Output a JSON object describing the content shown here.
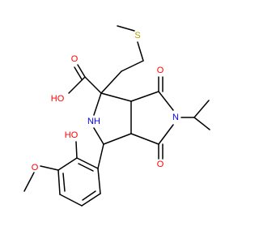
{
  "atoms": {
    "oh_acid": "HO",
    "o_carbonyl_acid": "O",
    "s_thioether": "S",
    "o_imide_top": "O",
    "n_imide": "N",
    "o_imide_bottom": "O",
    "nh_pyrrolidine": "NH",
    "oh_phenol": "HO",
    "o_methoxy": "O"
  },
  "colors": {
    "oxygen": "#ff0000",
    "nitrogen": "#0000ff",
    "sulfur": "#b3a000",
    "bond": "#000000"
  }
}
